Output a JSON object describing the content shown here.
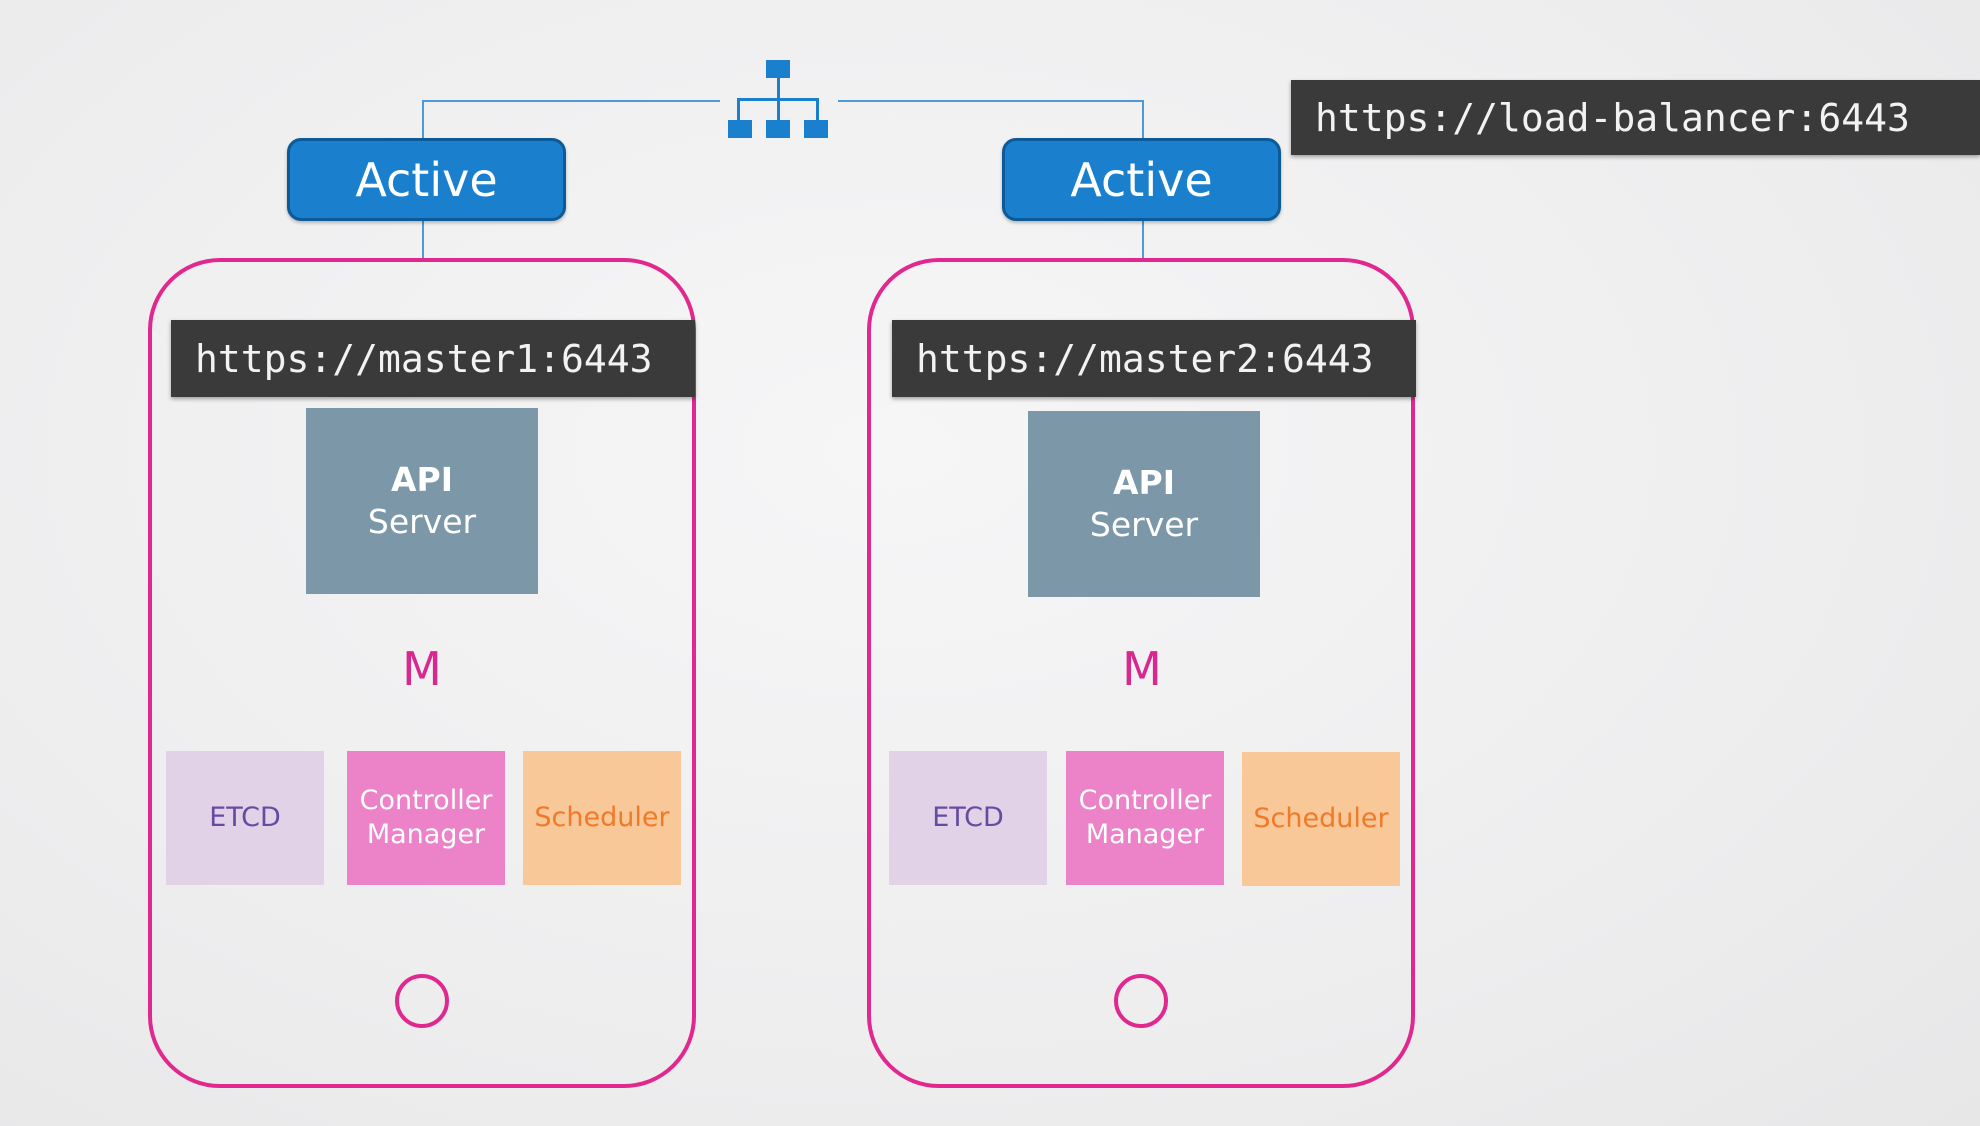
{
  "load_balancer": {
    "url": "https://load-balancer:6443",
    "icon": "network-hierarchy-icon"
  },
  "masters": [
    {
      "status": "Active",
      "url": "https://master1:6443",
      "api_line1": "API",
      "api_line2": "Server",
      "label": "M",
      "etcd": "ETCD",
      "controller_line1": "Controller",
      "controller_line2": "Manager",
      "scheduler": "Scheduler"
    },
    {
      "status": "Active",
      "url": "https://master2:6443",
      "api_line1": "API",
      "api_line2": "Server",
      "label": "M",
      "etcd": "ETCD",
      "controller_line1": "Controller",
      "controller_line2": "Manager",
      "scheduler": "Scheduler"
    }
  ],
  "colors": {
    "connector": "#4d9ad6",
    "active": "#1a7fcc",
    "master_border": "#e0288f",
    "api_server": "#7c98a8",
    "etcd": "#e1d2e8",
    "controller_manager": "#ec82c8",
    "scheduler": "#f8c898"
  }
}
